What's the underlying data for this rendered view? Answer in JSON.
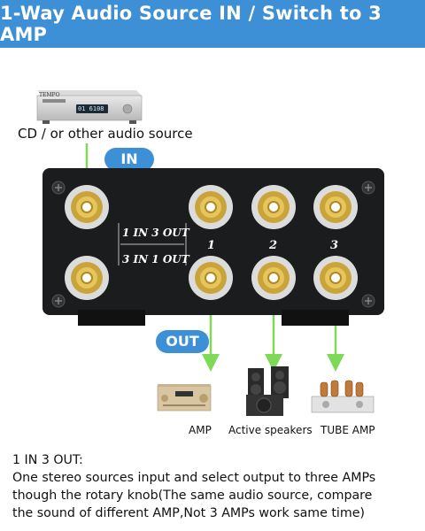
{
  "banner": {
    "title": "1-Way Audio Source IN / Switch to 3 AMP"
  },
  "source": {
    "label": "CD / or other audio source",
    "device_brand": "TEMPO",
    "device_display": "01 6108"
  },
  "badges": {
    "in": "IN",
    "out": "OUT"
  },
  "switch_box": {
    "mode_a": "1 IN 3 OUT",
    "mode_b": "3 IN 1 OUT",
    "channels": [
      "1",
      "2",
      "3"
    ]
  },
  "outputs": [
    {
      "label": "AMP"
    },
    {
      "label": "Active speakers"
    },
    {
      "label": "TUBE AMP"
    }
  ],
  "description": {
    "heading": "1 IN 3 OUT:",
    "lines": [
      "One stereo sources input and select output to three AMPs",
      "though the rotary knob(The same audio source, compare",
      "the sound of different AMP,Not 3 AMPs work same time)"
    ]
  },
  "colors": {
    "banner": "#3d8fd6",
    "badge": "#3d8fd6",
    "arrow": "#7ed957",
    "box": "#1b1c1e"
  }
}
